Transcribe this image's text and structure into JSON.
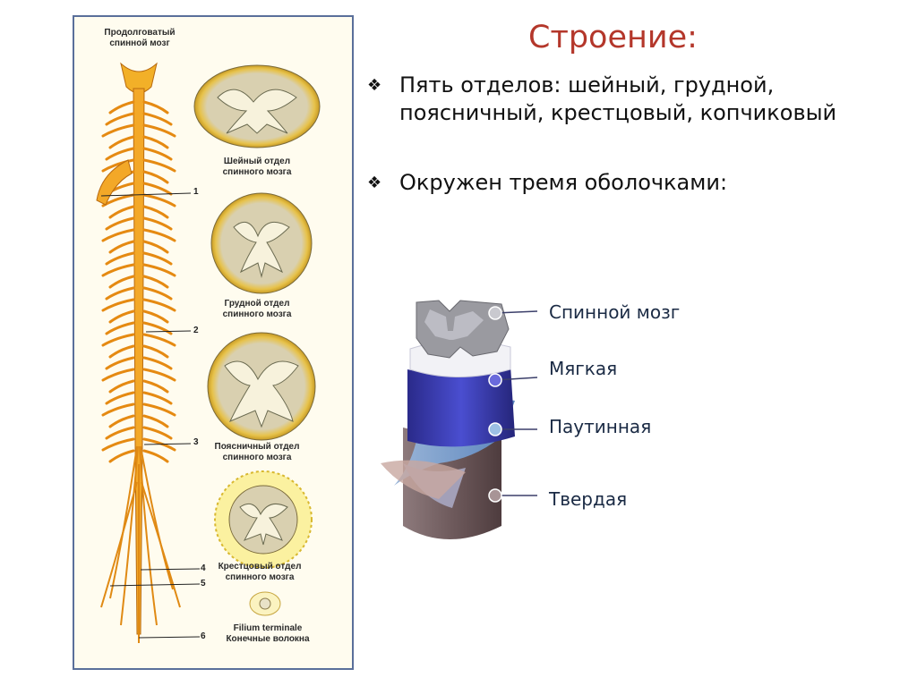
{
  "slide": {
    "title": "Строение:",
    "bullets": [
      {
        "mark": "❖",
        "text": "Пять отделов: шейный, грудной, поясничный, крестцовый, копчиковый"
      },
      {
        "mark": "❖",
        "text": "Окружен тремя оболочками:"
      }
    ]
  },
  "left_figure": {
    "top_label_1": "Продолговатый",
    "top_label_2": "спинной мозг",
    "sections": [
      {
        "l1": "Шейный отдел",
        "l2": "спинного мозга"
      },
      {
        "l1": "Грудной отдел",
        "l2": "спинного мозга"
      },
      {
        "l1": "Поясничный отдел",
        "l2": "спинного мозга"
      },
      {
        "l1": "Крестцовый отдел",
        "l2": "спинного мозга"
      },
      {
        "l1": "Filium terminale",
        "l2": "Конечные волокна"
      }
    ],
    "numbers": [
      "1",
      "2",
      "3",
      "4",
      "5",
      "6"
    ]
  },
  "membranes": {
    "labels": [
      "Спинной мозг",
      "Мягкая",
      "Паутинная",
      "Твердая"
    ]
  },
  "colors": {
    "title": "#b4372b",
    "nerve": "#f0a020",
    "section_ring": "#e7c24a",
    "pia": "#3b3fb0",
    "arachnoid": "#6e95c8",
    "dura": "#6e5a5c",
    "frame": "#5a6f9a"
  }
}
